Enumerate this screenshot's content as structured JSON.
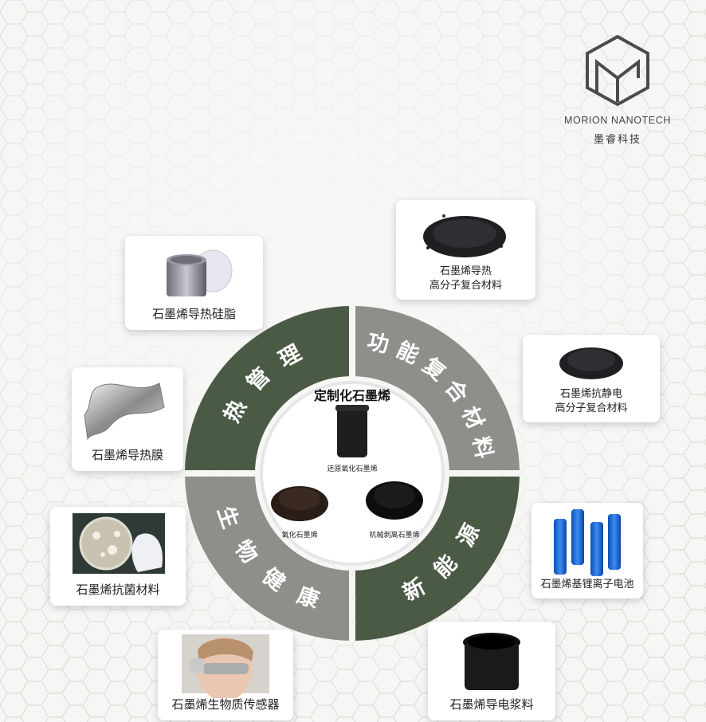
{
  "brand": {
    "name_en": "MORION NANOTECH",
    "name_cn": "墨睿科技"
  },
  "center": {
    "title": "定制化石墨烯",
    "items": [
      "还原氧化石墨烯",
      "氧化石墨烯",
      "机械剥离石墨烯"
    ]
  },
  "segments": [
    {
      "label": "热管理",
      "color": "#4b5a45"
    },
    {
      "label": "功能复合材料",
      "color": "#8e8e8b"
    },
    {
      "label": "新能源",
      "color": "#4b5a45"
    },
    {
      "label": "生物健康",
      "color": "#8e8e8b"
    }
  ],
  "products": [
    {
      "name": "石墨烯导热硅脂",
      "icon": "grease-jar-icon"
    },
    {
      "name": "石墨烯导热膜",
      "icon": "thermal-film-icon"
    },
    {
      "name": "石墨烯抗菌材料",
      "icon": "petri-dish-icon"
    },
    {
      "name": "石墨烯生物质传感器",
      "icon": "face-sensor-icon"
    },
    {
      "lines": [
        "石墨烯导热",
        "高分子复合材料"
      ],
      "icon": "black-granules-icon"
    },
    {
      "lines": [
        "石墨烯抗静电",
        "高分子复合材料"
      ],
      "icon": "black-granules-icon"
    },
    {
      "name": "石墨烯基锂离子电池",
      "icon": "blue-batteries-icon"
    },
    {
      "name": "石墨烯导电浆料",
      "icon": "black-slurry-jar-icon"
    }
  ],
  "colors": {
    "dark_green": "#4b5a45",
    "gray": "#8e8e8b",
    "background": "#f4f4f2"
  }
}
